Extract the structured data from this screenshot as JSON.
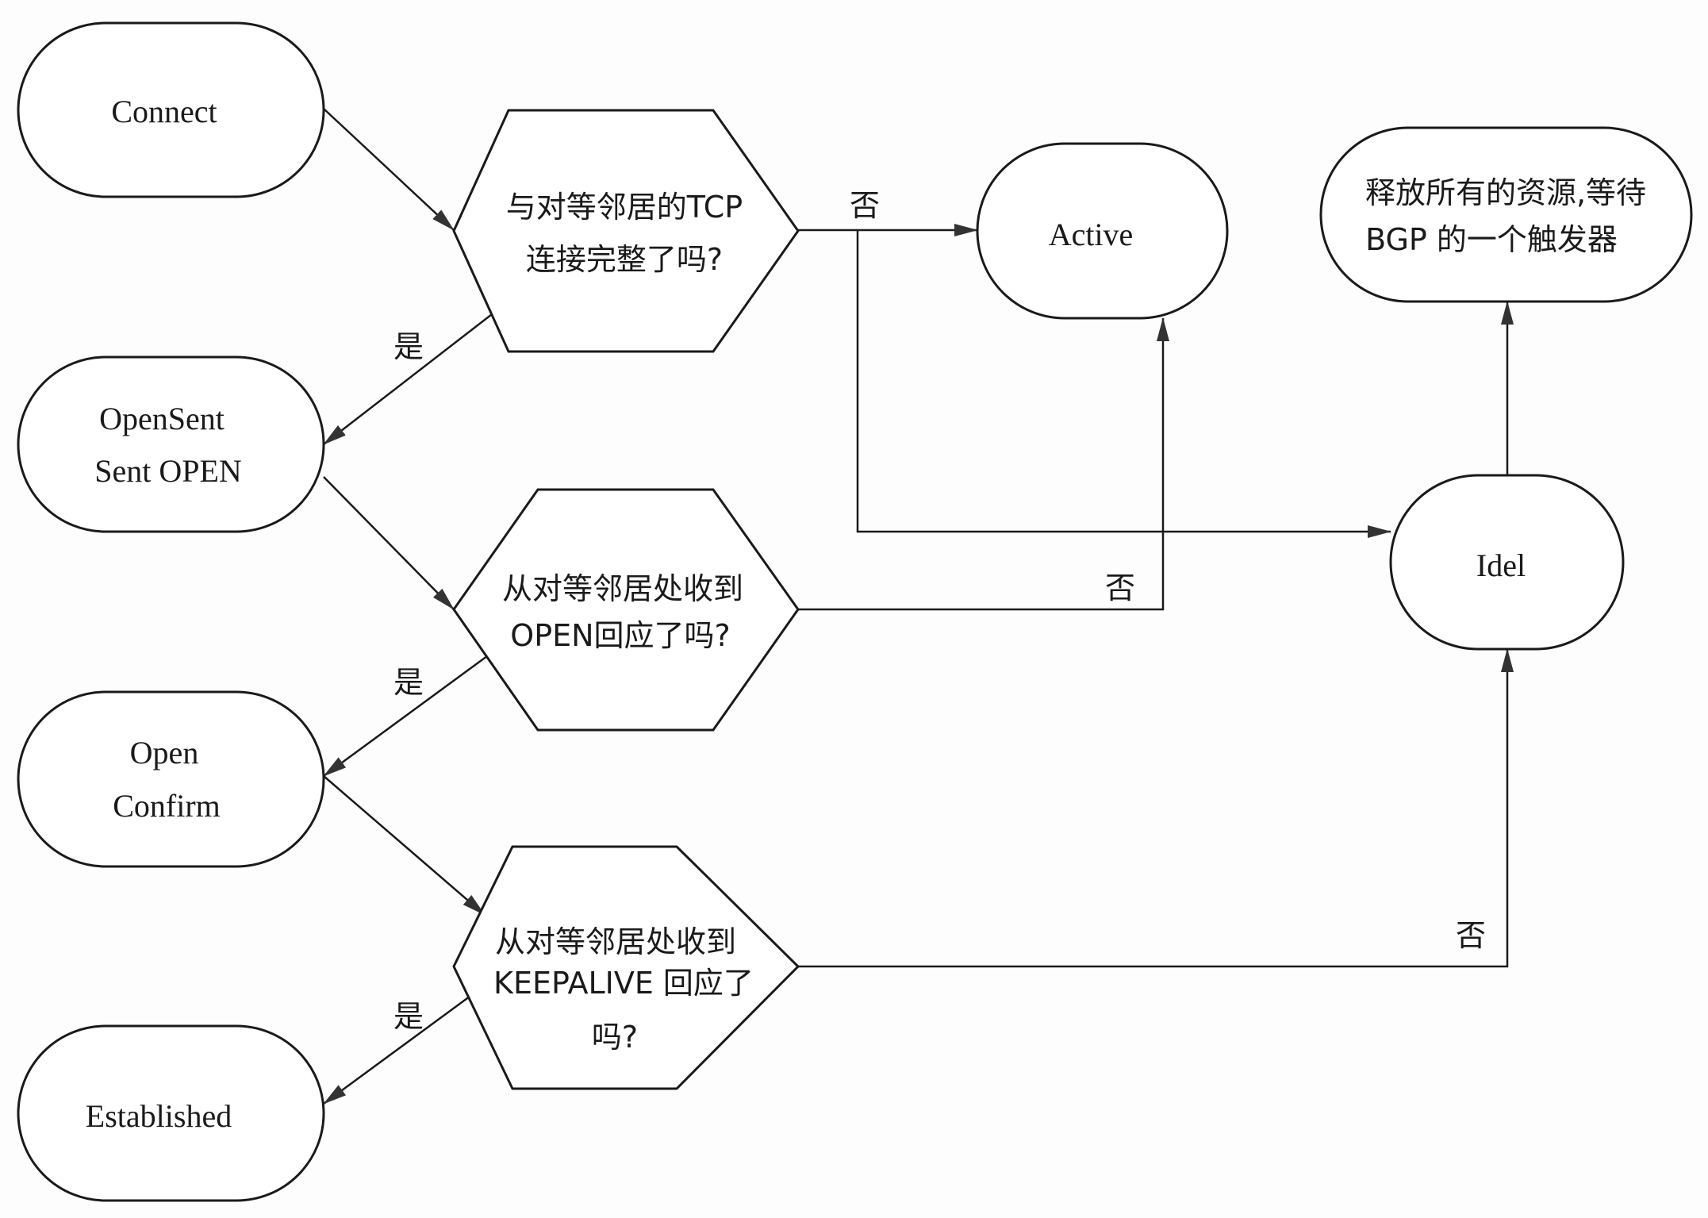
{
  "diagram": {
    "title": "BGP finite state machine",
    "colors": {
      "stroke": "#1a1a1a",
      "fill": "#ffffff",
      "background": "#fdfdfd"
    },
    "states": {
      "connect": [
        "Connect"
      ],
      "opensent": [
        "OpenSent",
        "Sent OPEN"
      ],
      "openconfirm": [
        "Open",
        "Confirm"
      ],
      "established": [
        "Established"
      ],
      "active": [
        "Active"
      ],
      "idel": [
        "Idel"
      ],
      "release": [
        "释放所有的资源,等待",
        "BGP 的一个触发器"
      ]
    },
    "decisions": {
      "tcp": [
        "与对等邻居的TCP",
        "连接完整了吗?"
      ],
      "open": [
        "从对等邻居处收到",
        "OPEN回应了吗?"
      ],
      "keepalive": [
        "从对等邻居处收到",
        "KEEPALIVE 回应了",
        "吗?"
      ]
    },
    "edge_labels": {
      "yes": "是",
      "no": "否"
    },
    "edges": [
      {
        "from": "Connect",
        "to": "tcp-decision",
        "label": ""
      },
      {
        "from": "tcp-decision",
        "to": "OpenSent",
        "label": "是"
      },
      {
        "from": "tcp-decision",
        "to": "Active",
        "label": "否"
      },
      {
        "from": "tcp-decision",
        "to": "Idel",
        "label": "否"
      },
      {
        "from": "OpenSent",
        "to": "open-decision",
        "label": ""
      },
      {
        "from": "open-decision",
        "to": "Open Confirm",
        "label": "是"
      },
      {
        "from": "open-decision",
        "to": "Active",
        "label": "否"
      },
      {
        "from": "Open Confirm",
        "to": "keepalive-decision",
        "label": ""
      },
      {
        "from": "keepalive-decision",
        "to": "Established",
        "label": "是"
      },
      {
        "from": "keepalive-decision",
        "to": "Idel",
        "label": "否"
      },
      {
        "from": "Idel",
        "to": "release",
        "label": ""
      }
    ]
  }
}
